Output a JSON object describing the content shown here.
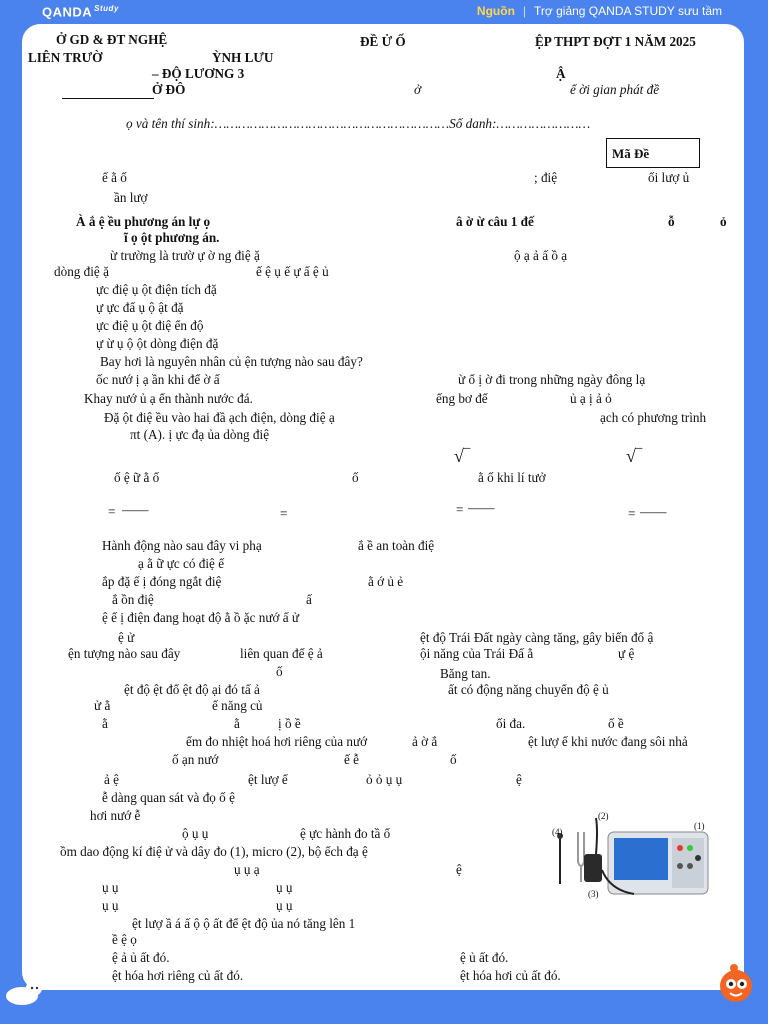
{
  "brand": {
    "logo": "QANDA",
    "logo_sup": "Study"
  },
  "source": {
    "label": "Nguồn",
    "text": "Trợ giảng QANDA STUDY sưu tầm"
  },
  "header": {
    "org": "Ở GD & ĐT NGHỆ",
    "province": "ỲNH LƯU",
    "school": "LIÊN TRƯỜ",
    "title": "ĐỀ        Ử    Ố",
    "exam": "ỆP THPT ĐỢT 1 NĂM 2025",
    "subject": "– ĐỘ LƯƠNG  3",
    "a_mark": "Ậ",
    "sub_org": "Ở ĐÔ",
    "o_mark": "ở",
    "time_note": "ể   ời gian phát đề"
  },
  "student": {
    "name_line": "ọ và tên thí sinh:……………………………………………………Số        danh:……………………"
  },
  "code_box": "Mã Đề",
  "lines": [
    "ế    ằ     ố",
    "; điệ",
    "ối lượ      ủ",
    "ần lượ",
    "À        ắ       ệ       ều phương án lự     ọ",
    "â  ờ  ừ câu 1 đế",
    "ỗ",
    "ỏ",
    "ĩ    ọ    ột phương án.",
    "ừ trường là trườ     ự          ờ      ng điệ      ặ",
    "ộ   ạ      ả    ấ  ồ   ạ",
    "dòng điệ      ặ",
    "ế     ệ   ụ   ế      ự    ấ    ệ   ủ",
    "ực điệ        ụ          ột điện tích đặ",
    "ự            ực đẩ          ụ             ộ     ật đặ",
    "ực điệ        ụ          ột điệ               ển độ",
    "ự    ừ      ụ          ộ                 ột dòng điện đặ",
    "Bay hơi là nguyên nhân củ      ện tượng nào sau đây?",
    "ốc nướ     ị   ạ     ần khi để          ờ      ấ",
    "ừ    ổ   ị     ờ đi trong những ngày đông lạ",
    "Khay nướ            ủ    ạ          ển thành nước đá.",
    "ếng bơ để",
    "ủ    ạ       ị      ả      ỏ",
    "Đặ      ột điệ                 ều vào hai đầ      ạch điện, dòng điệ       ạ",
    "ạch có phương trình",
    "πt (A).          ị   ực đạ    ủa dòng điệ",
    "ố       ệ     ữ     ằ       ố",
    "ố",
    "ằ       ố khi lí tưở",
    "=",
    "=",
    "=",
    "=",
    "Hành động nào sau đây vi phạ",
    "ắ      ề an toàn điệ",
    "ạ     ằ     ữ                ực có điệ     ế",
    "ắp đặ              ế     ị đóng ngắt điệ",
    "ằ        ớ     ủ      ẻ",
    "ắ        ồn điệ",
    "ấ",
    "ệ                 ế     ị điện đang hoạt độ       ằ       ồ      ặc nướ      ấ     ử",
    "ệ    ử",
    "ệt độ Trái Đất ngày càng tăng, gây biến đổ           ậ",
    "ện tượng nào sau đây",
    "liên quan đế       ệ         ả",
    "ội năng của Trái Đấ        ằ",
    "ự         ệ",
    "ố",
    "Băng tan.",
    "ệt độ           ệt đổ           ệt độ       ại đó tấ         ả",
    "ất có động năng chuyển độ           ệ      ủ",
    "ử    ằ",
    "ế năng củ",
    "ằ",
    "ằ",
    "ị    ồ         ề",
    "ối đa.",
    "ố           ề",
    "ểm đo nhiệt hoá hơi riêng của nướ",
    "ả    ờ   ắ",
    "ệt lượ      ế khi nước đang sôi nhả",
    "ố       ạn nướ",
    "ế      ễ",
    "ố",
    "ả      ệ",
    "ệt lượ       ế",
    "ỏ    ỏ       ụ        ụ",
    "ệ",
    "ễ dàng quan sát và đọ      ố      ệ",
    "hơi nướ       ễ",
    "ộ    ụ        ụ",
    "ệ       ực hành đo tầ       ố",
    "ồm dao động kí điệ      ử và dây đo (1), micro (2), bộ        ếch đạ          ệ",
    "ụ    ụ   ạ",
    "ệ",
    "ụ       ụ",
    "ụ       ụ",
    "ụ       ụ",
    "ụ       ụ",
    "ệt lượ      ầ        á              ấ            ộ                 ộ      ất để      ệt độ   ủa nó tăng lên 1",
    "ề      ệ    ọ",
    "ệ              ả            ủ       ất đó.",
    "ệ                     ủ       ất đó.",
    "ệt hóa hơi riêng củ      ất đó.",
    "ệt hóa hơi củ       ất đó."
  ],
  "figure_labels": [
    "(1)",
    "(2)",
    "(3)",
    "(4)"
  ],
  "colors": {
    "frame": "#4a82ee",
    "paper": "#ffffff",
    "brand_accent": "#ffd84a",
    "mascot": "#f26522"
  }
}
